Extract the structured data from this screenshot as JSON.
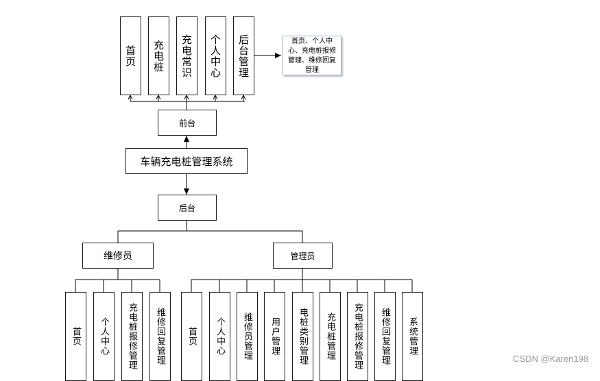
{
  "diagram": {
    "root": "车辆充电桩管理系统",
    "frontend": {
      "label": "前台",
      "modules": [
        "首页",
        "充电桩",
        "充电常识",
        "个人中心",
        "后台管理"
      ],
      "note": "首页、个人中心、充电桩报修管理、维修回复管理"
    },
    "backend": {
      "label": "后台",
      "roles": [
        {
          "label": "维修员",
          "modules": [
            "首页",
            "个人中心",
            "充电桩报修管理",
            "维修回复管理"
          ]
        },
        {
          "label": "管理员",
          "modules": [
            "首页",
            "个人中心",
            "维修员管理",
            "用户管理",
            "电桩类别管理",
            "充电桩管理",
            "充电桩报修管理",
            "维修回复管理",
            "系统管理"
          ]
        }
      ]
    }
  },
  "watermark": "CSDN @Karen198"
}
